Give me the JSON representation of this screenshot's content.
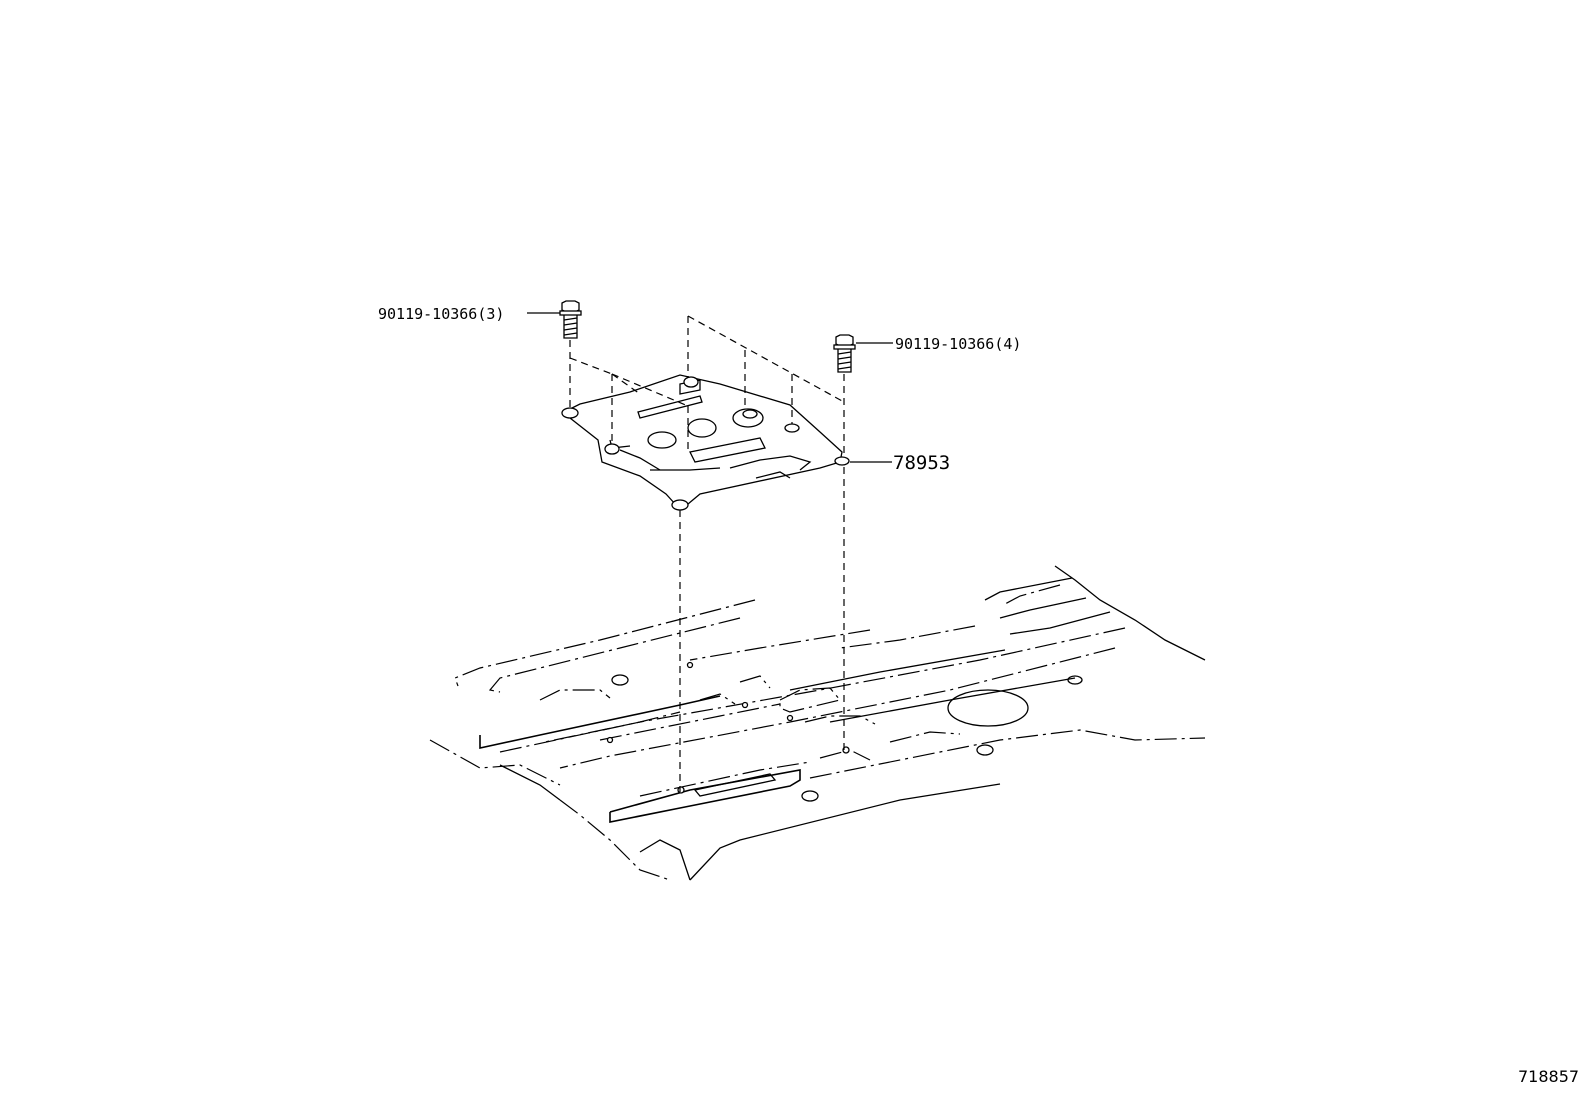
{
  "callouts": {
    "bolt_left": "90119-10366(3)",
    "bolt_right": "90119-10366(4)",
    "cover_plate": "78953"
  },
  "illustration_id": "718857"
}
